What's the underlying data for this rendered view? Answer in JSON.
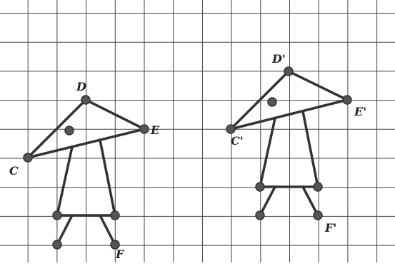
{
  "diagram": {
    "colors": {
      "grid": "#444444",
      "stroke": "#333333",
      "point_fill": "#555555",
      "background": "#ffffff"
    },
    "grid": {
      "columns": 14,
      "rows": 9
    },
    "figure_original": {
      "labels": {
        "C": "C",
        "D": "D",
        "E": "E",
        "F": "F"
      }
    },
    "figure_translated": {
      "labels": {
        "C": "C'",
        "D": "D'",
        "E": "E'",
        "F": "F'"
      }
    }
  }
}
